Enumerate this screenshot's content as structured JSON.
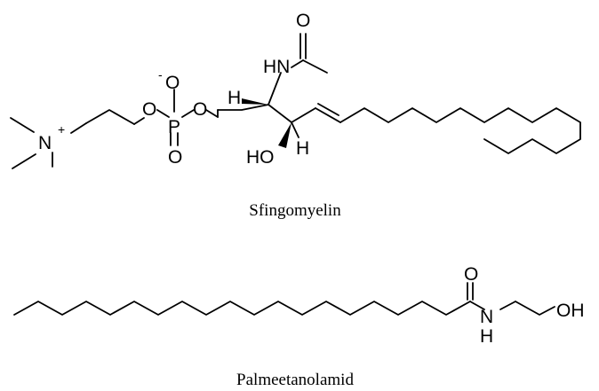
{
  "molecules": [
    {
      "name": "Sfingomyelin",
      "atoms": {
        "n_plus": "N",
        "n_charge": "+",
        "o_ether_1": "O",
        "o_minus": "O",
        "o_minus_charge": "-",
        "phosphorus": "P",
        "o_double": "O",
        "o_ether_2": "O",
        "h_stereo_1": "H",
        "nh": "HN",
        "o_carbonyl": "O",
        "ho": "HO",
        "h_stereo_2": "H"
      }
    },
    {
      "name": "Palmeetanolamid",
      "atoms": {
        "o_carbonyl": "O",
        "n": "N",
        "n_h": "H",
        "oh": "OH"
      }
    }
  ],
  "colors": {
    "ink": "#000000",
    "background": "#ffffff"
  }
}
